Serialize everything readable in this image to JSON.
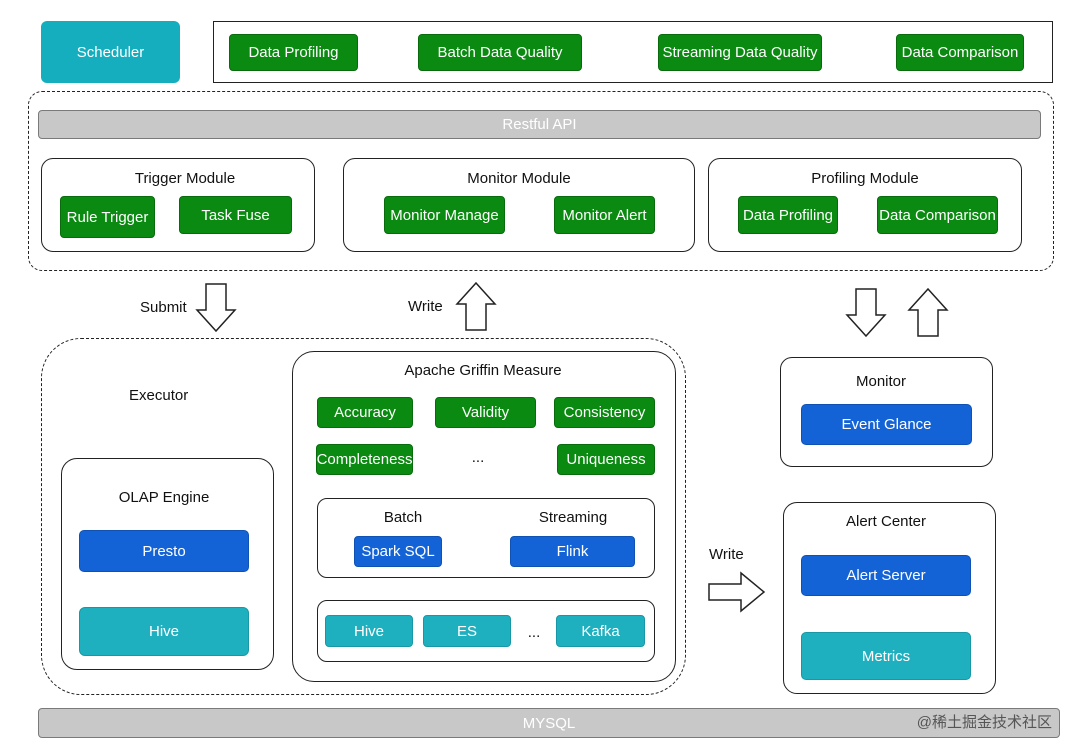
{
  "top": {
    "scheduler": "Scheduler",
    "apps": [
      "Data Profiling",
      "Batch Data Quality",
      "Streaming Data Quality",
      "Data Comparison"
    ]
  },
  "api": {
    "restful_api": "Restful API",
    "trigger_module": {
      "title": "Trigger Module",
      "items": [
        "Rule Trigger",
        "Task Fuse"
      ]
    },
    "monitor_module": {
      "title": "Monitor Module",
      "items": [
        "Monitor Manage",
        "Monitor Alert"
      ]
    },
    "profiling_module": {
      "title": "Profiling Module",
      "items": [
        "Data Profiling",
        "Data Comparison"
      ]
    }
  },
  "arrows": {
    "submit": "Submit",
    "write_up": "Write",
    "write_right": "Write"
  },
  "executor": {
    "title": "Executor",
    "olap": {
      "title": "OLAP Engine",
      "items": [
        "Presto",
        "Hive"
      ]
    },
    "griffin": {
      "title": "Apache Griffin Measure",
      "dimensions": [
        "Accuracy",
        "Validity",
        "Consistency",
        "Completeness",
        "...",
        "Uniqueness"
      ],
      "batch_label": "Batch",
      "streaming_label": "Streaming",
      "batch_engine": "Spark SQL",
      "streaming_engine": "Flink",
      "sources": [
        "Hive",
        "ES",
        "...",
        "Kafka"
      ]
    }
  },
  "monitor": {
    "title": "Monitor",
    "item": "Event Glance"
  },
  "alert_center": {
    "title": "Alert Center",
    "items": [
      "Alert Server",
      "Metrics"
    ]
  },
  "storage": {
    "mysql": "MYSQL"
  },
  "watermark": "@稀土掘金技术社区",
  "colors": {
    "green": "#0a8a10",
    "blue": "#1463d6",
    "teal": "#1fb0c0",
    "grey_bar": "#c8c8c8"
  }
}
